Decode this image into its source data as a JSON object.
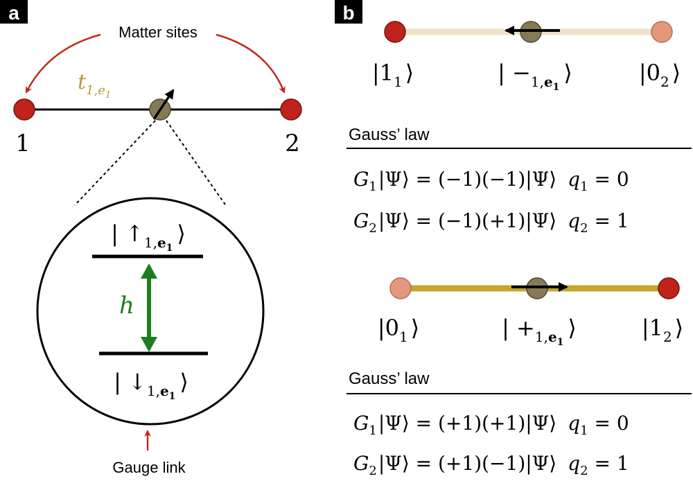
{
  "panel_a": {
    "label": "a",
    "matter_sites_label": "Matter sites",
    "site1_label": "1",
    "site2_label": "2",
    "hopping_label": {
      "main": "t",
      "sub": "1,e",
      "subsub": "1"
    },
    "spin_up_ket": {
      "pre": "| ↑",
      "sub": "1,",
      "subbold": "e",
      "subsub": "1",
      "post": "⟩"
    },
    "spin_down_ket": {
      "pre": "| ↓",
      "sub": "1,",
      "subbold": "e",
      "subsub": "1",
      "post": "⟩"
    },
    "field_label": "h",
    "gauge_link_label": "Gauge link"
  },
  "panel_b": {
    "label": "b",
    "config1": {
      "left_ket": {
        "pre": "|1",
        "sub": "1",
        "post": "⟩"
      },
      "mid_ket": {
        "pre": "| −",
        "sub": "1,",
        "subbold": "e",
        "subsub": "1",
        "post": "⟩"
      },
      "right_ket": {
        "pre": "|0",
        "sub": "2",
        "post": "⟩"
      },
      "gauss_title": "Gauss’ law",
      "eq1": {
        "G": "G",
        "Gsub": "1",
        "rhs": "|Ψ⟩ = (−1)(−1)|Ψ⟩",
        "q": "q",
        "qsub": "1",
        "qval": " = 0"
      },
      "eq2": {
        "G": "G",
        "Gsub": "2",
        "rhs": "|Ψ⟩ = (−1)(+1)|Ψ⟩",
        "q": "q",
        "qsub": "2",
        "qval": " = 1"
      }
    },
    "config2": {
      "left_ket": {
        "pre": "|0",
        "sub": "1",
        "post": "⟩"
      },
      "mid_ket": {
        "pre": "| +",
        "sub": "1,",
        "subbold": "e",
        "subsub": "1",
        "post": "⟩"
      },
      "right_ket": {
        "pre": "|1",
        "sub": "2",
        "post": "⟩"
      },
      "gauss_title": "Gauss’ law",
      "eq1": {
        "G": "G",
        "Gsub": "1",
        "rhs": "|Ψ⟩ = (+1)(+1)|Ψ⟩",
        "q": "q",
        "qsub": "1",
        "qval": " = 0"
      },
      "eq2": {
        "G": "G",
        "Gsub": "2",
        "rhs": "|Ψ⟩ = (+1)(−1)|Ψ⟩",
        "q": "q",
        "qsub": "2",
        "qval": " = 1"
      }
    }
  },
  "colors": {
    "matter_site": "#c0231a",
    "matter_site_faded": "#e3977d",
    "gauge_site": "#857a55",
    "link_light": "#ede3c7",
    "link_dark": "#c4a72e",
    "hopping_text": "#b59a3c",
    "field_arrow": "#1e7d1e",
    "annotation_arrow": "#c0281b"
  }
}
